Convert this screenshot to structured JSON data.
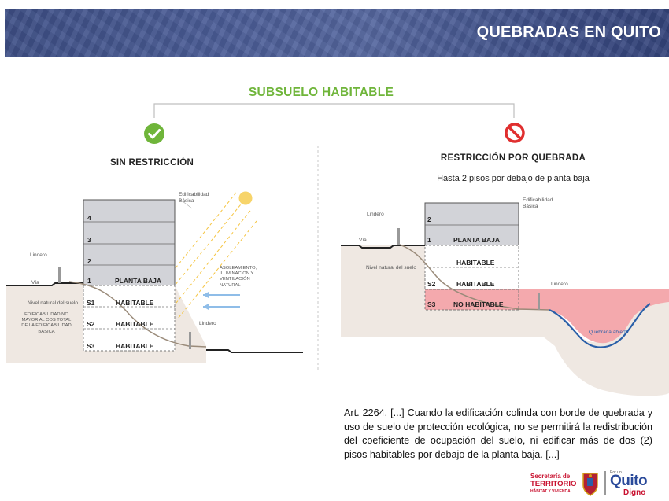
{
  "banner": {
    "title": "QUEBRADAS EN QUITO"
  },
  "main_title": "SUBSUELO HABITABLE",
  "left": {
    "title": "SIN RESTRICCIÓN",
    "floors": [
      "4",
      "3",
      "2",
      "1",
      "S1",
      "S2",
      "S3"
    ],
    "planta_baja": "PLANTA BAJA",
    "habitable": "HABITABLE",
    "edificabilidad_basica": "Edificabilidad Básica",
    "lindero": "Lindero",
    "via": "Vía",
    "nivel_natural": "Nivel natural del suelo",
    "edificabilidad_note": "EDIFICABILIDAD NO MAYOR AL COS TOTAL DE LA EDIFICABILIDAD BÁSICA",
    "asoleamiento": "ASOLEAMIENTO, ILUMINACIÓN Y VENTILACIÓN NATURAL"
  },
  "right": {
    "title": "RESTRICCIÓN POR QUEBRADA",
    "subtitle": "Hasta 2 pisos por debajo de planta baja",
    "floors": [
      "2",
      "1",
      "S2",
      "S3"
    ],
    "planta_baja": "PLANTA BAJA",
    "habitable": "HABITABLE",
    "no_habitable": "NO HABITABLE",
    "edificabilidad_basica": "Edificabilidad Básica",
    "lindero": "Lindero",
    "via": "Vía",
    "nivel_natural": "Nivel natural del suelo",
    "quebrada": "Quebrada abierta"
  },
  "article": "Art. 2264. [...] Cuando la edificación colinda con borde de quebrada y uso de suelo de protección ecológica, no se permitirá la redistribución del coeficiente de ocupación del suelo, ni edificar más de dos (2) pisos habitables por debajo de la planta baja. [...]",
  "logos": {
    "secretaria_line1": "Secretaría de",
    "secretaria_line2": "TERRITORIO",
    "secretaria_line3": "HÁBITAT Y VIVIENDA",
    "quito_small": "Por un",
    "quito": "Quito",
    "digno": "Digno"
  },
  "colors": {
    "green": "#6fb53a",
    "red": "#e02f2f",
    "no_habitable_fill": "#f4a9ad",
    "building_fill": "#d2d3d8",
    "ground_fill": "#efe8e2",
    "banner": "#46578f"
  },
  "icons": {
    "allowed": "check-circle-icon",
    "prohibited": "no-entry-icon",
    "sun": "sun-icon"
  }
}
